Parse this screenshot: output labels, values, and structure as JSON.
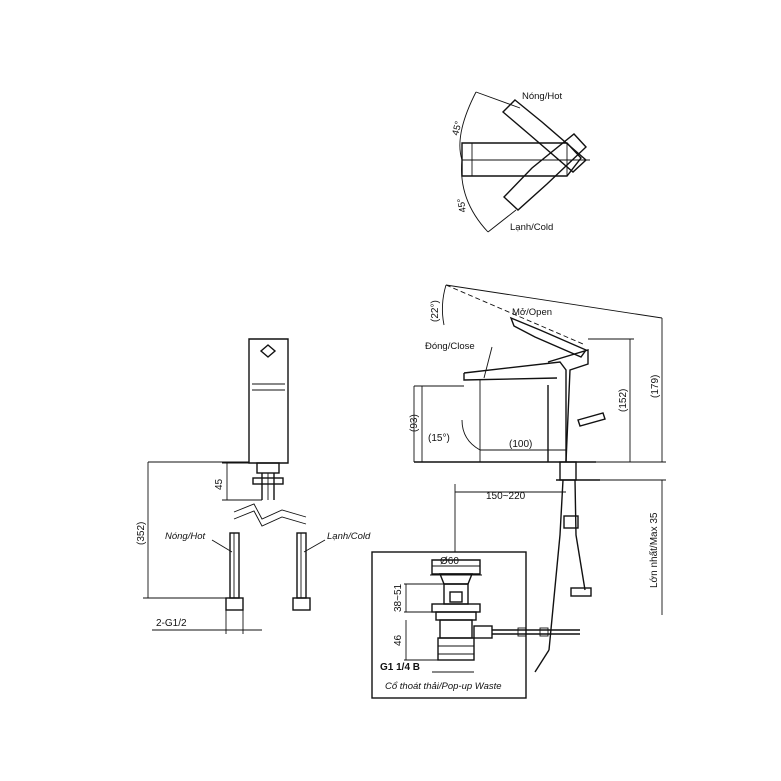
{
  "labels": {
    "hot_top": "Nóng/Hot",
    "cold_top": "Lạnh/Cold",
    "angle_upper": "45°",
    "angle_lower": "45°",
    "open": "Mở/Open",
    "close": "Đóng/Close",
    "angle_22": "(22°)",
    "angle_15": "(15°)",
    "dim_93": "(93)",
    "dim_100": "(100)",
    "dim_152": "(152)",
    "dim_179": "(179)",
    "dim_150_220": "150~220",
    "max_35": "Lớn nhất/Max 35",
    "dim_45": "45",
    "dim_352": "(352)",
    "hot_side": "Nóng/Hot",
    "cold_side": "Lạnh/Cold",
    "thread": "2-G1/2",
    "dia_60": "Ø60",
    "dim_38_51": "38~51",
    "dim_46": "46",
    "g1": "G1 1/4 B",
    "popup": "Cổ thoát thải/Pop-up Waste"
  },
  "colors": {
    "line": "#111111",
    "background": "#ffffff"
  }
}
